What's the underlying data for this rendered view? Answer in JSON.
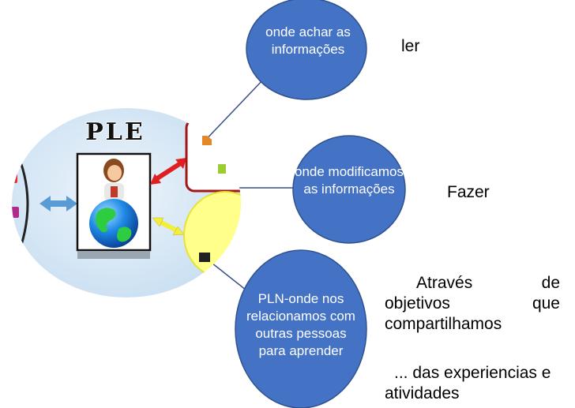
{
  "center": {
    "title": "PLE"
  },
  "nodes": [
    {
      "id": "top",
      "text": "onde achar as informações",
      "side_label": "ler"
    },
    {
      "id": "middle",
      "text": "onde modificamos as informações",
      "side_label": "Fazer"
    },
    {
      "id": "bottom",
      "text": "PLN-onde nos relacionamos com outras pessoas para aprender",
      "side_label": "Através de objetivos que compartilhamos",
      "side_label_2": "... das experiencias e atividades"
    }
  ],
  "colors": {
    "node_fill": "#4472c4",
    "node_border": "#2f528f",
    "connector": "#3a4f86",
    "center_fill": "#dbe9f6",
    "arrow_red": "#e02020",
    "arrow_yellow": "#f2ee3a",
    "arrow_blue": "#5b9bd5",
    "yellow_panel": "#ffff8a"
  }
}
